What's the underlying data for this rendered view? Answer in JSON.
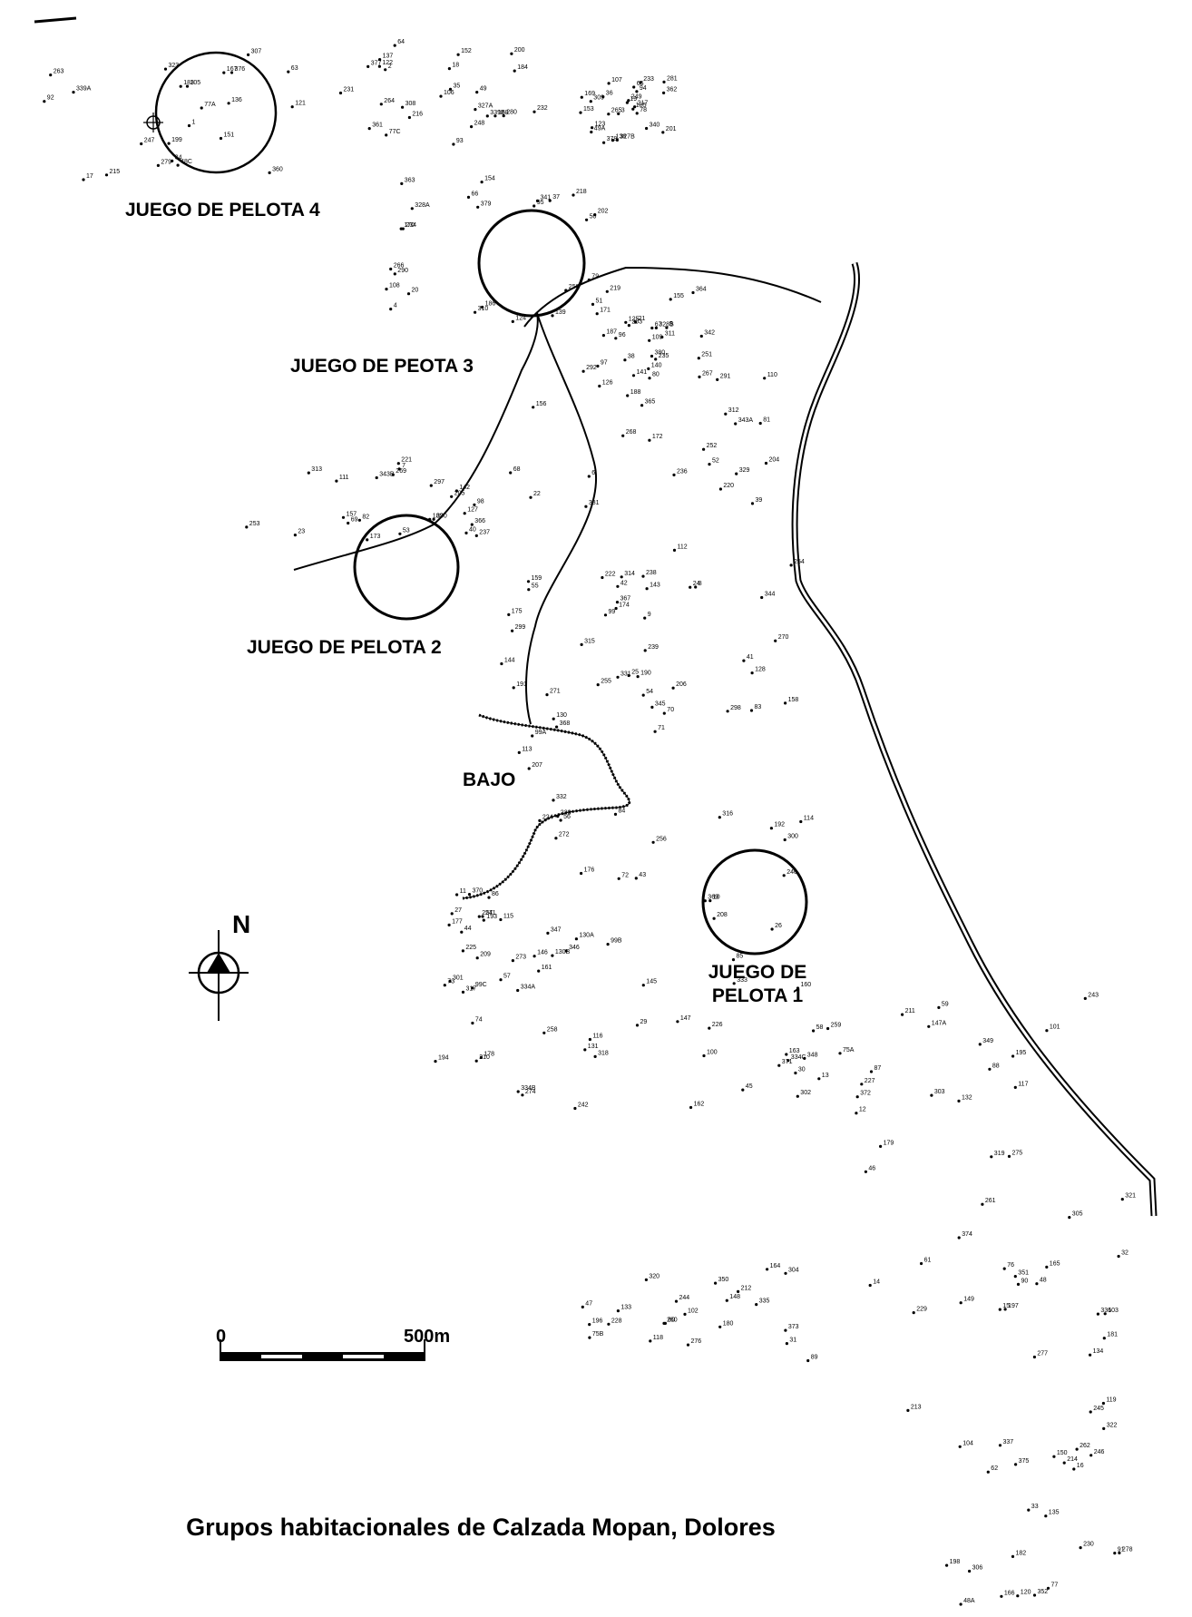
{
  "map": {
    "title": "Grupos habitacionales de Calzada Mopan, Dolores",
    "labels": {
      "jp4": "JUEGO DE PELOTA 4",
      "jp3": "JUEGO DE PEOTA 3",
      "jp2": "JUEGO DE PELOTA 2",
      "jp1a": "JUEGO DE",
      "jp1b": "PELOTA 1",
      "bajo": "BAJO"
    },
    "scale": {
      "start": "0",
      "end": "500m"
    },
    "north_label": "N",
    "icons": {
      "north_arrow": "north-arrow-icon",
      "scale_bar": "scale-bar-icon"
    },
    "colors": {
      "ink": "#000000",
      "paper": "#ffffff"
    },
    "point_labels": [
      "1",
      "2",
      "3",
      "4",
      "5",
      "6",
      "7",
      "8",
      "9",
      "10",
      "11",
      "12",
      "13",
      "14",
      "15",
      "16",
      "17",
      "18",
      "19",
      "20",
      "21",
      "22",
      "23",
      "24",
      "25",
      "26",
      "27",
      "29",
      "30",
      "31",
      "32",
      "33",
      "34",
      "35",
      "36",
      "37",
      "38",
      "39",
      "40",
      "41",
      "42",
      "43",
      "44",
      "45",
      "46",
      "47",
      "48",
      "48A",
      "48C",
      "49",
      "49A",
      "50",
      "51",
      "52",
      "53",
      "54",
      "55",
      "56",
      "57",
      "58",
      "59",
      "60",
      "61",
      "62",
      "63",
      "64",
      "65",
      "66",
      "67",
      "68",
      "69",
      "70",
      "71",
      "72",
      "73",
      "74",
      "75A",
      "75B",
      "76",
      "77",
      "77A",
      "77C",
      "78",
      "79",
      "80",
      "81",
      "82",
      "83",
      "84",
      "85",
      "86",
      "87",
      "88",
      "89",
      "90",
      "91",
      "92",
      "93",
      "94",
      "95",
      "96",
      "97",
      "98",
      "99",
      "99A",
      "99B",
      "99C",
      "100",
      "101",
      "102",
      "103",
      "104",
      "105",
      "106",
      "107",
      "108",
      "109",
      "110",
      "111",
      "112",
      "113",
      "114",
      "115",
      "116",
      "117",
      "118",
      "119",
      "120",
      "121",
      "122",
      "123",
      "124",
      "125",
      "126",
      "127",
      "128",
      "130",
      "130A",
      "130B",
      "131",
      "132",
      "133",
      "134",
      "135",
      "136",
      "137",
      "138",
      "139",
      "140",
      "141",
      "142",
      "143",
      "144",
      "145",
      "146",
      "147",
      "147A",
      "148",
      "149",
      "150",
      "151",
      "152",
      "153",
      "154",
      "155",
      "156",
      "157",
      "158",
      "159",
      "160",
      "161",
      "162",
      "163",
      "164",
      "165",
      "166",
      "167",
      "168",
      "169",
      "170",
      "171",
      "172",
      "173",
      "174",
      "175",
      "176",
      "177",
      "178",
      "179",
      "180",
      "181",
      "182",
      "183",
      "184",
      "185",
      "186",
      "187",
      "188",
      "189",
      "190",
      "191",
      "192",
      "193",
      "194",
      "195",
      "196",
      "197",
      "198",
      "199",
      "200",
      "201",
      "202",
      "203",
      "204",
      "205",
      "206",
      "207",
      "208",
      "209",
      "210",
      "211",
      "212",
      "213",
      "214",
      "215",
      "216",
      "217",
      "218",
      "219",
      "220",
      "221",
      "222",
      "223",
      "224",
      "225",
      "226",
      "227",
      "228",
      "229",
      "230",
      "231",
      "232",
      "233",
      "234",
      "235",
      "236",
      "237",
      "238",
      "239",
      "240",
      "241",
      "242",
      "243",
      "244",
      "245",
      "246",
      "247",
      "248",
      "249",
      "250",
      "251",
      "252",
      "253",
      "254",
      "255",
      "256",
      "257",
      "258",
      "259",
      "260",
      "261",
      "262",
      "263",
      "264",
      "265",
      "266",
      "267",
      "268",
      "269",
      "270",
      "271",
      "272",
      "273",
      "274",
      "275",
      "276",
      "277",
      "278",
      "279",
      "280",
      "281",
      "290",
      "291",
      "292",
      "297",
      "298",
      "299",
      "300",
      "301",
      "302",
      "303",
      "304",
      "305",
      "306",
      "307",
      "308",
      "309",
      "310",
      "311",
      "312",
      "313",
      "314",
      "315",
      "316",
      "317",
      "318",
      "319",
      "320",
      "321",
      "322",
      "323",
      "327A",
      "327B",
      "328A",
      "328B",
      "329",
      "330",
      "331",
      "332",
      "333",
      "334A",
      "334B",
      "334C",
      "335",
      "336",
      "337",
      "339A",
      "339B",
      "340",
      "341",
      "342",
      "343A",
      "343B",
      "344",
      "345",
      "346",
      "347",
      "348",
      "349",
      "350",
      "351",
      "352",
      "360",
      "361",
      "362",
      "363",
      "364",
      "365",
      "366",
      "367",
      "368",
      "369",
      "370",
      "371",
      "372",
      "373",
      "374",
      "375",
      "376",
      "377",
      "378",
      "379",
      "380",
      "381"
    ]
  }
}
